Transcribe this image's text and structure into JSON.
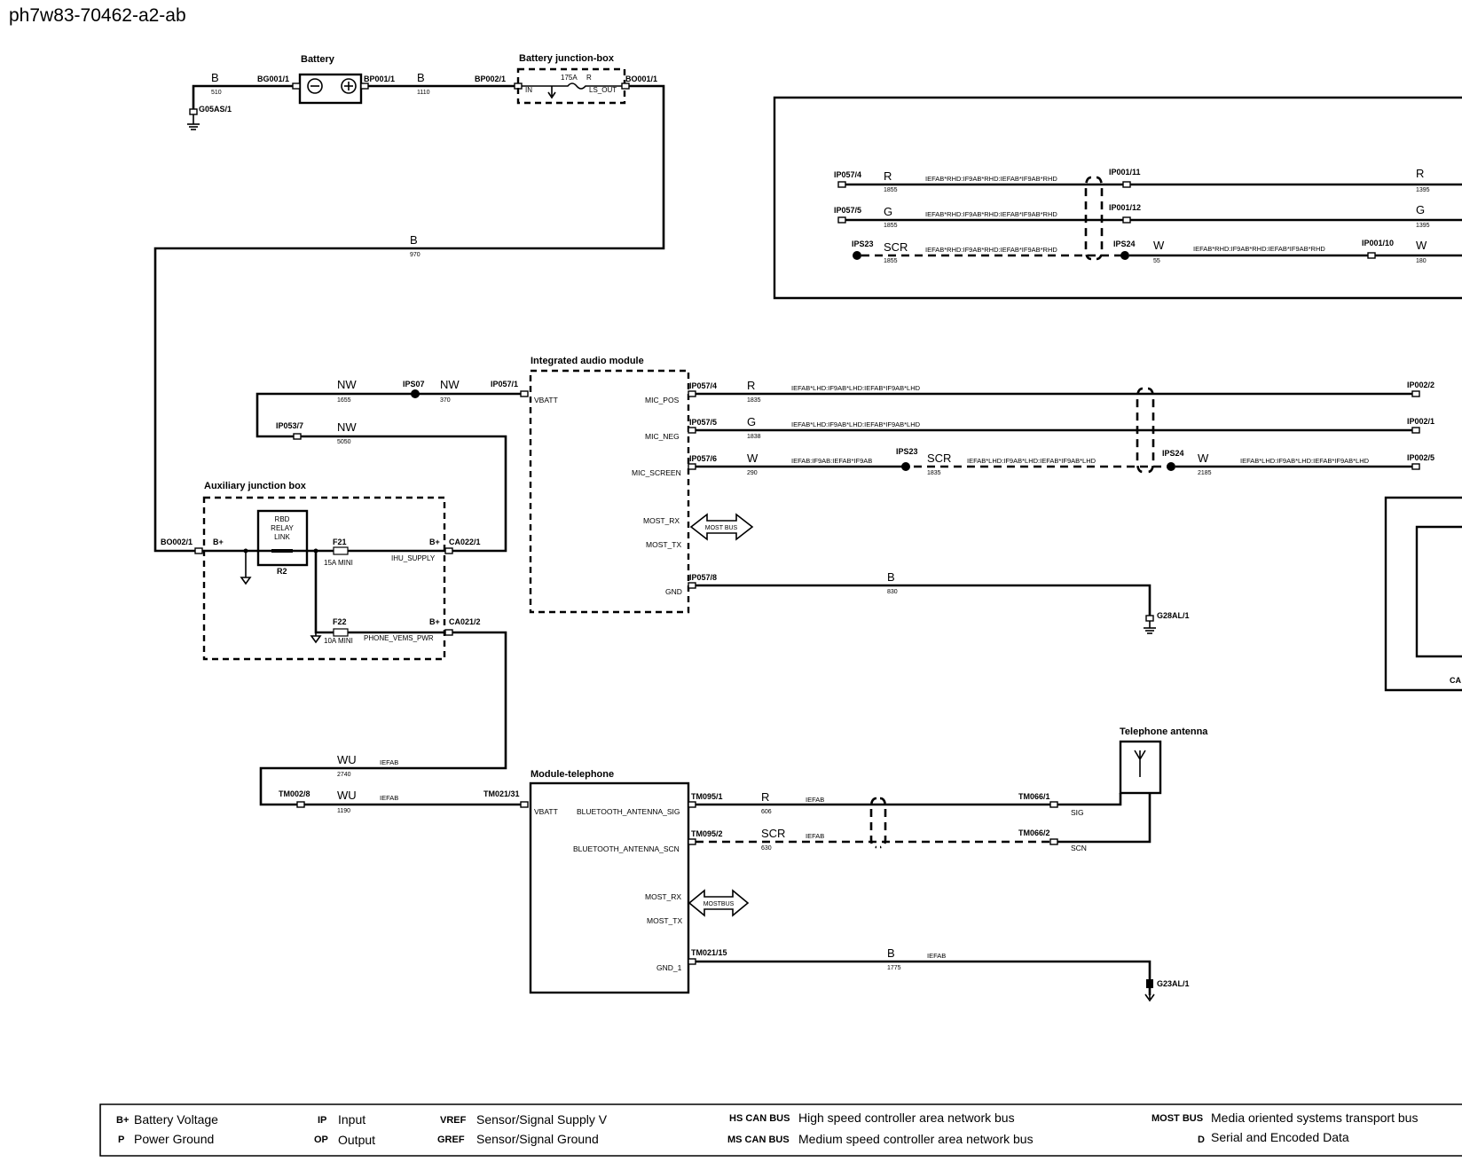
{
  "title": "ph7w83-70462-a2-ab",
  "components": {
    "battery": "Battery",
    "battery_jb": "Battery junction-box",
    "fuse_175": {
      "rating": "175A",
      "r": "R",
      "in": "IN",
      "out": "LS_OUT"
    },
    "audio_module": "Integrated audio module",
    "aux_jb": "Auxiliary junction box",
    "rbd": {
      "line1": "RBD",
      "line2": "RELAY",
      "line3": "LINK",
      "ref": "R2"
    },
    "f21": {
      "ref": "F21",
      "rating": "15A MINI"
    },
    "f22": {
      "ref": "F22",
      "rating": "10A MINI"
    },
    "telephone_module": "Module-telephone",
    "antenna": "Telephone antenna",
    "most_bus_label_1": "MOST BUS",
    "most_bus_label_2": "MOSTBUS",
    "battery_minus": "⊖",
    "battery_plus": "⊕"
  },
  "connectors": {
    "bg001_1": "BG001/1",
    "bp001_1": "BP001/1",
    "bp002_1": "BP002/1",
    "bo001_1": "BO001/1",
    "g05as_1": "G05AS/1",
    "bo002_1": "BO002/1",
    "ips07": "IPS07",
    "ip057_1": "IP057/1",
    "ip053_7": "IP053/7",
    "ca022_1": "CA022/1",
    "ca021_2": "CA021/2",
    "ip057_4": "IP057/4",
    "ip057_5": "IP057/5",
    "ip057_6": "IP057/6",
    "ip057_8": "IP057/8",
    "ips23": "IPS23",
    "ips24": "IPS24",
    "ip002_2": "IP002/2",
    "ip002_1": "IP002/1",
    "ip002_5": "IP002/5",
    "g28al_1": "G28AL/1",
    "tm002_8": "TM002/8",
    "tm021_31": "TM021/31",
    "tm095_1": "TM095/1",
    "tm095_2": "TM095/2",
    "tm066_1": "TM066/1",
    "tm066_2": "TM066/2",
    "tm021_15": "TM021/15",
    "g23al_1": "G23AL/1",
    "box_ip057_4": "IP057/4",
    "box_ip057_5": "IP057/5",
    "box_ips23": "IPS23",
    "box_ip001_11": "IP001/11",
    "box_ip001_12": "IP001/12",
    "box_ips24": "IPS24",
    "box_ip001_10": "IP001/10",
    "ca_partial": "CA"
  },
  "pins": {
    "vbatt": "VBATT",
    "mic_pos": "MIC_POS",
    "mic_neg": "MIC_NEG",
    "mic_screen": "MIC_SCREEN",
    "most_rx": "MOST_RX",
    "most_tx": "MOST_TX",
    "gnd": "GND",
    "bplus": "B+",
    "ihu_supply": "IHU_SUPPLY",
    "phone_vems_pwr": "PHONE_VEMS_PWR",
    "bt_sig": "BLUETOOTH_ANTENNA_SIG",
    "bt_scn": "BLUETOOTH_ANTENNA_SCN",
    "gnd_1": "GND_1",
    "sig": "SIG",
    "scn": "SCN"
  },
  "wires": {
    "w510": {
      "color": "B",
      "num": "510"
    },
    "w1110": {
      "color": "B",
      "num": "1110"
    },
    "w970": {
      "color": "B",
      "num": "970"
    },
    "w1655": {
      "color": "NW",
      "num": "1655"
    },
    "w370": {
      "color": "NW",
      "num": "370"
    },
    "w5050": {
      "color": "NW",
      "num": "5050"
    },
    "w1835r": {
      "color": "R",
      "num": "1835"
    },
    "w1838g": {
      "color": "G",
      "num": "1838"
    },
    "w290": {
      "color": "W",
      "num": "290"
    },
    "w1835scr": {
      "color": "SCR",
      "num": "1835"
    },
    "w2185": {
      "color": "W",
      "num": "2185"
    },
    "w830": {
      "color": "B",
      "num": "830"
    },
    "w2740": {
      "color": "WU",
      "num": "2740"
    },
    "w1190": {
      "color": "WU",
      "num": "1190"
    },
    "w606r": {
      "color": "R",
      "num": "606"
    },
    "w630scr": {
      "color": "SCR",
      "num": "630"
    },
    "w1775": {
      "color": "B",
      "num": "1775"
    },
    "box_r": {
      "color": "R",
      "num": "1855"
    },
    "box_g": {
      "color": "G",
      "num": "1855"
    },
    "box_scr": {
      "color": "SCR",
      "num": "1855"
    },
    "box_w": {
      "color": "W",
      "num": "55"
    },
    "box_r_right": {
      "color": "R",
      "num": "1395"
    },
    "box_g_right": {
      "color": "G",
      "num": "1395"
    },
    "box_w_right": {
      "color": "W",
      "num": "180"
    }
  },
  "conditions": {
    "lhd_r": "IEFAB*LHD:IF9AB*LHD:IEFAB*IF9AB*LHD",
    "lhd_g": "IEFAB*LHD:IF9AB*LHD:IEFAB*IF9AB*LHD",
    "w_left": "IEFAB:IF9AB:IEFAB*IF9AB",
    "lhd_scr": "IEFAB*LHD:IF9AB*LHD:IEFAB*IF9AB*LHD",
    "lhd_w": "IEFAB*LHD:IF9AB*LHD:IEFAB*IF9AB*LHD",
    "rhd_r": "IEFAB*RHD:IF9AB*RHD:IEFAB*IF9AB*RHD",
    "rhd_g": "IEFAB*RHD:IF9AB*RHD:IEFAB*IF9AB*RHD",
    "rhd_scr": "IEFAB*RHD:IF9AB*RHD:IEFAB*IF9AB*RHD",
    "rhd_w": "IEFAB*RHD:IF9AB*RHD:IEFAB*IF9AB*RHD",
    "iefab_1": "IEFAB",
    "iefab_2": "IEFAB",
    "iefab_3": "IEFAB",
    "iefab_4": "IEFAB",
    "iefab_5": "IEFAB"
  },
  "legend": [
    {
      "abbr": "B+",
      "text": "Battery Voltage"
    },
    {
      "abbr": "P",
      "text": "Power Ground"
    },
    {
      "abbr": "IP",
      "text": "Input"
    },
    {
      "abbr": "OP",
      "text": "Output"
    },
    {
      "abbr": "VREF",
      "text": "Sensor/Signal Supply V"
    },
    {
      "abbr": "GREF",
      "text": "Sensor/Signal Ground"
    },
    {
      "abbr": "HS CAN BUS",
      "text": "High speed controller area network bus"
    },
    {
      "abbr": "MS CAN BUS",
      "text": "Medium speed controller area network bus"
    },
    {
      "abbr": "MOST BUS",
      "text": "Media oriented systems transport bus"
    },
    {
      "abbr": "D",
      "text": "Serial and Encoded Data"
    }
  ]
}
